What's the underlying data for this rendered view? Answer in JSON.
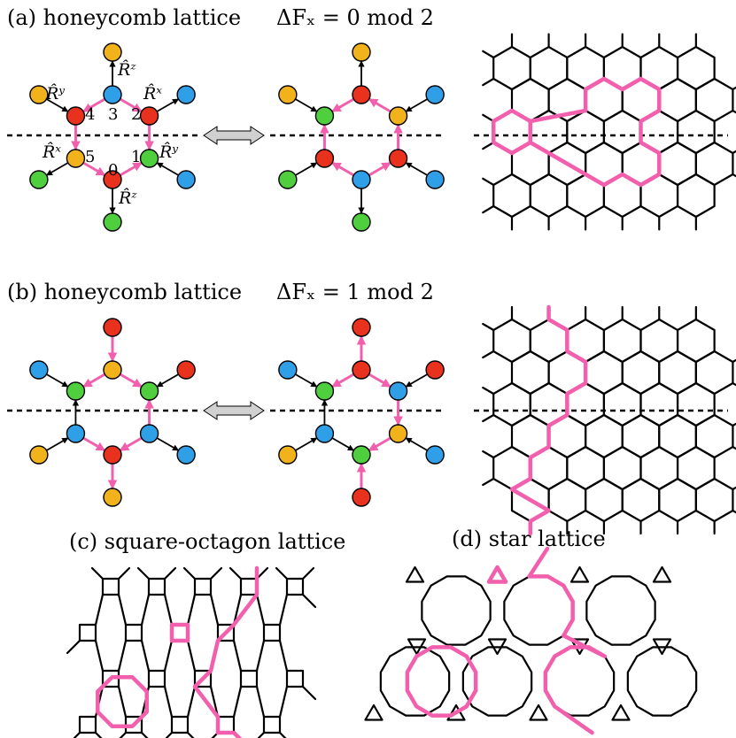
{
  "labels": {
    "a_title": "(a) honeycomb lattice",
    "a_eq": "ΔFₓ = 0 mod 2",
    "b_title": "(b) honeycomb lattice",
    "b_eq": "ΔFₓ = 1 mod 2",
    "c_title": "(c) square-octagon lattice",
    "d_title": "(d) star lattice"
  },
  "operators": {
    "rz_top": "R̂ᶻ",
    "ry_4": "R̂ʸ",
    "rx_2": "R̂ˣ",
    "rx_5": "R̂ˣ",
    "ry_1": "R̂ʸ",
    "rz_bottom": "R̂ᶻ"
  },
  "site_numbers": [
    "0",
    "1",
    "2",
    "3",
    "4",
    "5"
  ],
  "colors": {
    "red": "#e8321e",
    "blue": "#2f9fe8",
    "green": "#4fcf3e",
    "yellow": "#f2b21b",
    "pink": "#f25fad",
    "arrow_gray": "#d0d0d0"
  }
}
